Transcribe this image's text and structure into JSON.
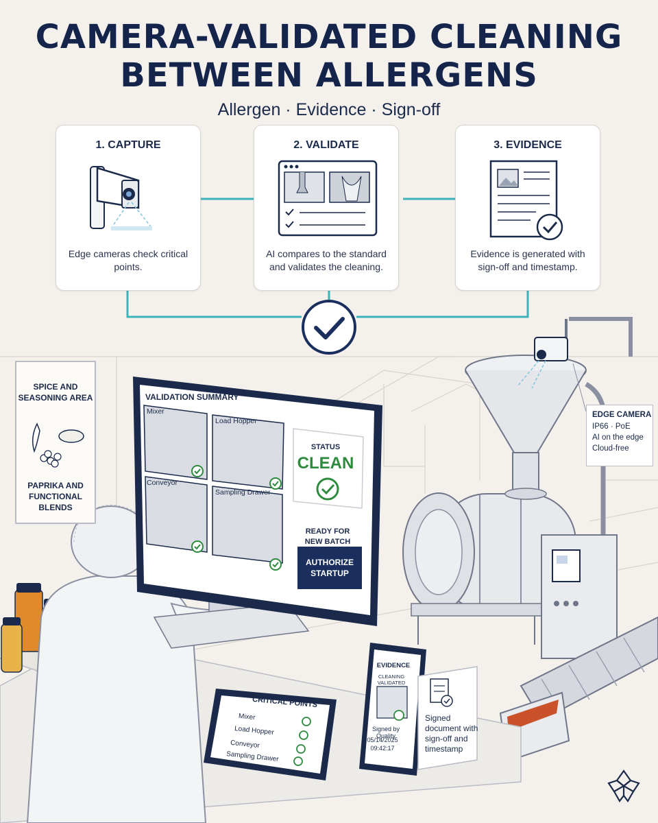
{
  "title": {
    "line1": "CAMERA-VALIDATED CLEANING",
    "line2": "BETWEEN ALLERGENS"
  },
  "subtitle": "Allergen · Evidence · Sign-off",
  "steps": [
    {
      "title": "1. CAPTURE",
      "desc": "Edge cameras check critical points."
    },
    {
      "title": "2. VALIDATE",
      "desc": "AI compares to the standard and validates the cleaning."
    },
    {
      "title": "3. EVIDENCE",
      "desc": "Evidence is generated with sign-off and timestamp."
    }
  ],
  "poster": {
    "area_title": "SPICE AND SEASONING AREA",
    "product_title": "PAPRIKA AND FUNCTIONAL BLENDS"
  },
  "monitor": {
    "summary_title": "VALIDATION SUMMARY",
    "tiles": [
      "Mixer",
      "Load Hopper",
      "Conveyor",
      "Sampling Drawer"
    ],
    "status_label": "STATUS",
    "status_value": "CLEAN",
    "ready_text": "READY FOR NEW BATCH",
    "authorize_button": "AUTHORIZE STARTUP"
  },
  "edge_camera": {
    "heading": "EDGE CAMERA",
    "lines": [
      "IP66 · PoE",
      "AI on the edge",
      "Cloud-free"
    ]
  },
  "tablet": {
    "title": "CRITICAL POINTS",
    "items": [
      "Mixer",
      "Load Hopper",
      "Conveyor",
      "Sampling Drawer"
    ]
  },
  "phone": {
    "title": "EVIDENCE",
    "subtitle": "CLEANING VALIDATED",
    "signed": "Signed by Quality",
    "date": "05/14/2025",
    "time": "09:42:17"
  },
  "document_note": "Signed document with sign-off and timestamp",
  "colors": {
    "navy": "#1b2f5e",
    "teal_connector": "#3bb3b8",
    "clean_green": "#2e8b3e",
    "background": "#f4f1ec"
  }
}
